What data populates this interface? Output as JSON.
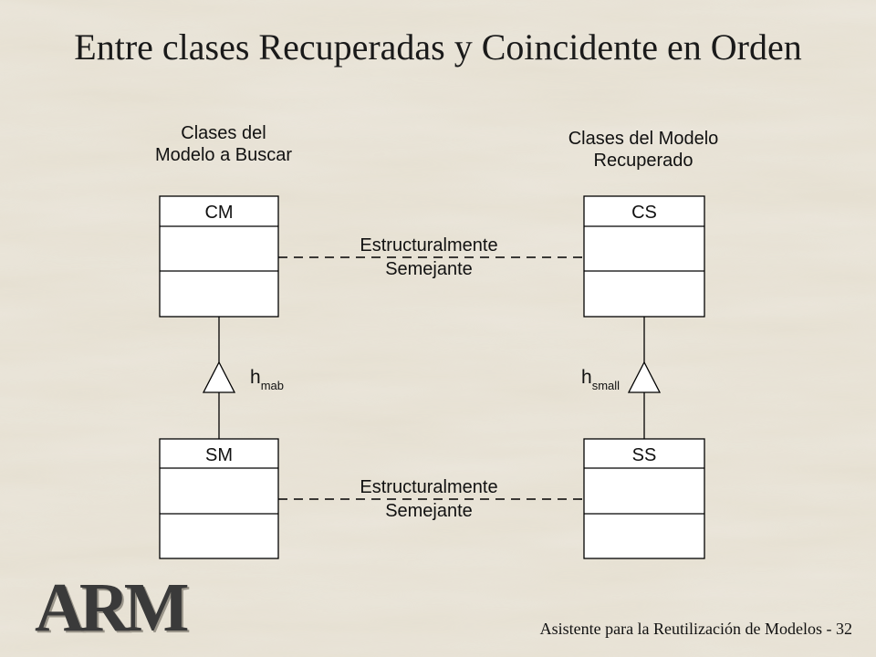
{
  "title": "Entre clases Recuperadas y Coincidente en Orden",
  "left_header": [
    "Clases del",
    "Modelo a Buscar"
  ],
  "right_header": [
    "Clases del Modelo",
    "Recuperado"
  ],
  "classes": {
    "cm": "CM",
    "cs": "CS",
    "sm": "SM",
    "ss": "SS"
  },
  "relations": {
    "top": [
      "Estructuralmente",
      "Semejante"
    ],
    "bottom": [
      "Estructuralmente",
      "Semejante"
    ]
  },
  "generalizations": {
    "left": {
      "base": "h",
      "sub": "mab"
    },
    "right": {
      "base": "h",
      "sub": "small"
    }
  },
  "footer": "Asistente para la Reutilización de Modelos - 32",
  "logo": "ARM",
  "colors": {
    "background": "#e3ddcf",
    "box_fill": "#ffffff",
    "line": "#000000"
  }
}
